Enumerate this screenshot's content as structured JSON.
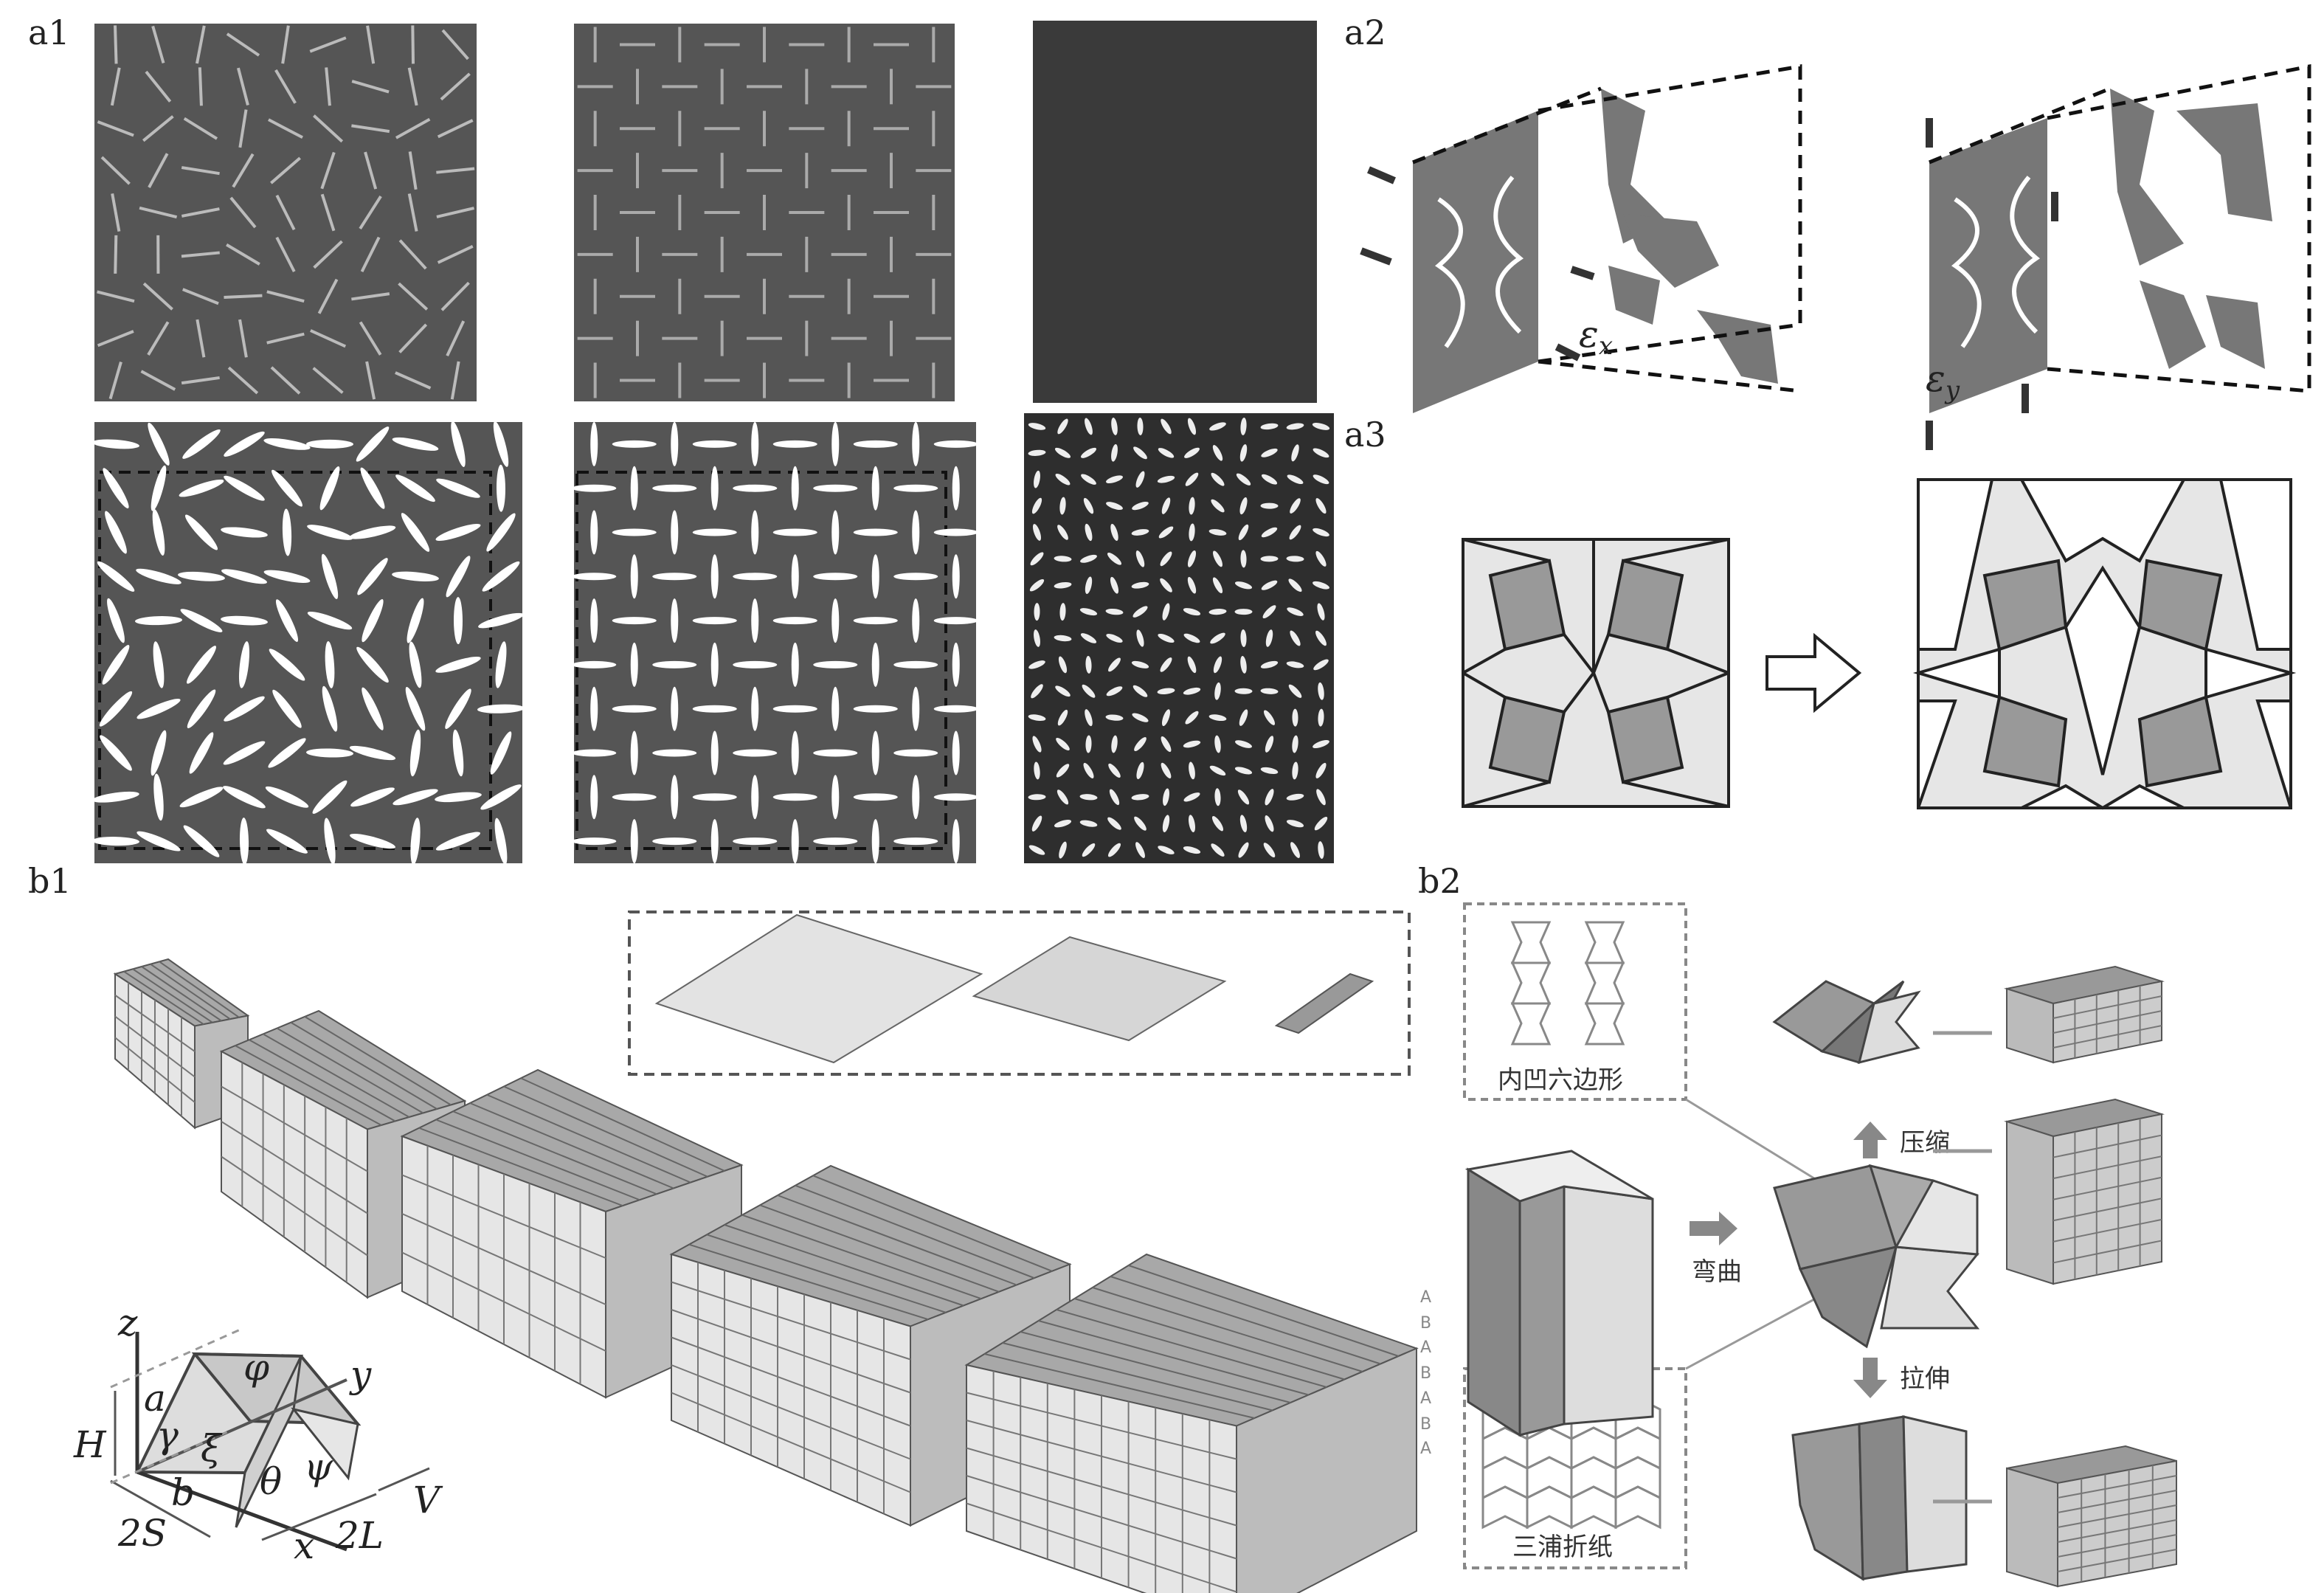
{
  "panel_labels": {
    "a1": "a1",
    "a2": "a2",
    "a3": "a3",
    "b1": "b1",
    "b2": "b2"
  },
  "a2": {
    "strain_x": "εx",
    "strain_x_base": "ε",
    "strain_x_sub": "x",
    "strain_y_base": "ε",
    "strain_y_sub": "y"
  },
  "b1": {
    "axes": {
      "z": "z",
      "y": "y",
      "x": "x"
    },
    "symbols": {
      "a": "a",
      "gamma": "γ",
      "xi": "ξ",
      "b": "b",
      "phi": "φ",
      "theta": "θ",
      "psi": "ψ",
      "H": "H",
      "twoS": "2S",
      "twoL": "2L",
      "V": "V"
    },
    "layer_labels": [
      "A",
      "B",
      "A",
      "B",
      "A",
      "B",
      "A"
    ]
  },
  "b2": {
    "reentrant_hexagon": "内凹六边形",
    "miura_origami": "三浦折纸",
    "bend": "弯曲",
    "compress": "压缩",
    "stretch": "拉伸"
  },
  "colors": {
    "dark_sheet": "#4d4d4d",
    "mid_gray": "#8c8c8c",
    "light_gray": "#d9d9d9",
    "line": "#333333"
  }
}
